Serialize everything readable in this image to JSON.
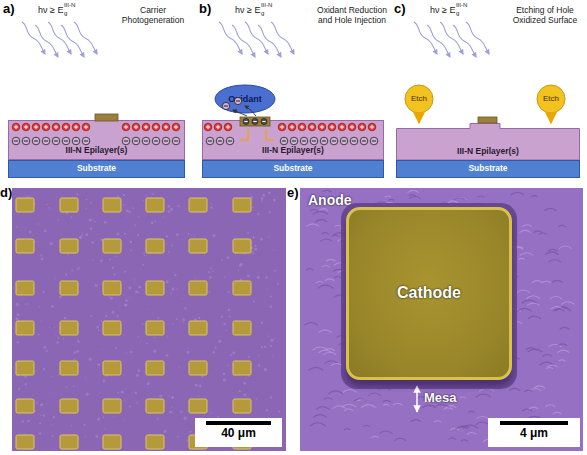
{
  "diagram": {
    "nodes": [
      {
        "text": [
          "III-N Epilayer(s)"
        ]
      },
      {
        "text": [
          "Substrate"
        ]
      },
      {
        "text": [
          "Oxidant"
        ]
      },
      {
        "text": [
          "III-N Epilayer(s)"
        ]
      },
      {
        "text": [
          "Substrate"
        ]
      },
      {
        "text": [
          "Etch"
        ]
      },
      {
        "text": [
          "Etch"
        ]
      },
      {
        "text": [
          "III-N Epilayer(s)"
        ]
      },
      {
        "text": [
          "Substrate"
        ]
      },
      {
        "text": [
          "40 μm"
        ]
      },
      {
        "text": [
          "Cathode"
        ]
      },
      {
        "text": [
          "4 μm"
        ]
      }
    ],
    "edges": [
      {
        "from": 5,
        "to": 7,
        "arrow": "to"
      },
      {
        "from": 6,
        "to": 7,
        "arrow": "to"
      }
    ],
    "labels": [
      "a)",
      "hν ≥ E",
      "g",
      "III-N",
      "Carrier Photogeneration",
      "b)",
      "hν ≥ E",
      "g",
      "III-N",
      "Oxidant Reduction and Hole Injection",
      "c)",
      "hν ≥ E",
      "g",
      "III-N",
      "Etching of Hole Oxidized Surface",
      "d)",
      "e)",
      "Anode",
      "Mesa"
    ]
  }
}
